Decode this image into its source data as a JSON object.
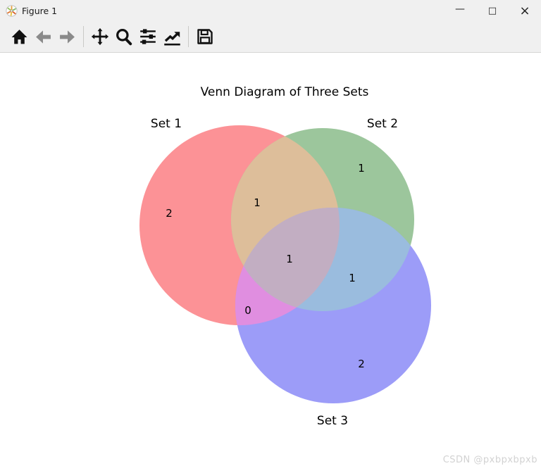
{
  "window": {
    "title": "Figure 1",
    "app_icon": "matplotlib-logo-icon",
    "minimize_glyph": "—",
    "maximize_glyph": "□",
    "close_glyph": "×"
  },
  "toolbar": {
    "buttons": [
      {
        "icon": "home-icon",
        "enabled": true
      },
      {
        "icon": "back-arrow-icon",
        "enabled": false
      },
      {
        "icon": "forward-arrow-icon",
        "enabled": false
      },
      {
        "icon": "pan-move-icon",
        "enabled": true
      },
      {
        "icon": "zoom-magnifier-icon",
        "enabled": true
      },
      {
        "icon": "configure-subplots-sliders-icon",
        "enabled": true
      },
      {
        "icon": "edit-axes-chart-icon",
        "enabled": true
      },
      {
        "icon": "save-floppy-icon",
        "enabled": true
      }
    ]
  },
  "chart_data": {
    "type": "venn",
    "title": "Venn Diagram of Three Sets",
    "set_labels": [
      "Set 1",
      "Set 2",
      "Set 3"
    ],
    "subsets": {
      "set1_only": 2,
      "set2_only": 1,
      "set1_and_set2": 1,
      "set3_only": 2,
      "set1_and_set3": 0,
      "set2_and_set3": 1,
      "set1_and_set2_and_set3": 1
    },
    "region_labels": [
      {
        "region": "set1-only",
        "value": "2"
      },
      {
        "region": "set1-and-set2",
        "value": "1"
      },
      {
        "region": "set2-only",
        "value": "1"
      },
      {
        "region": "set1-and-set2-and-set3",
        "value": "1"
      },
      {
        "region": "set2-and-set3",
        "value": "1"
      },
      {
        "region": "set1-and-set3",
        "value": "0"
      },
      {
        "region": "set3-only",
        "value": "2"
      }
    ],
    "colors": {
      "set1": "#FC9296",
      "set2": "#9CC69C",
      "set3": "#9C9CF8",
      "set1_set2": "#DDBE9A",
      "set1_set3": "#E08EE0",
      "set2_set3": "#9ABCDE",
      "set1_set2_set3": "#C2AEC2"
    },
    "legend": "none",
    "layout": "three overlapping circles, Set 1 upper-left red, Set 2 upper-right green, Set 3 bottom blue"
  },
  "watermark": "CSDN @pxbpxbpxb"
}
